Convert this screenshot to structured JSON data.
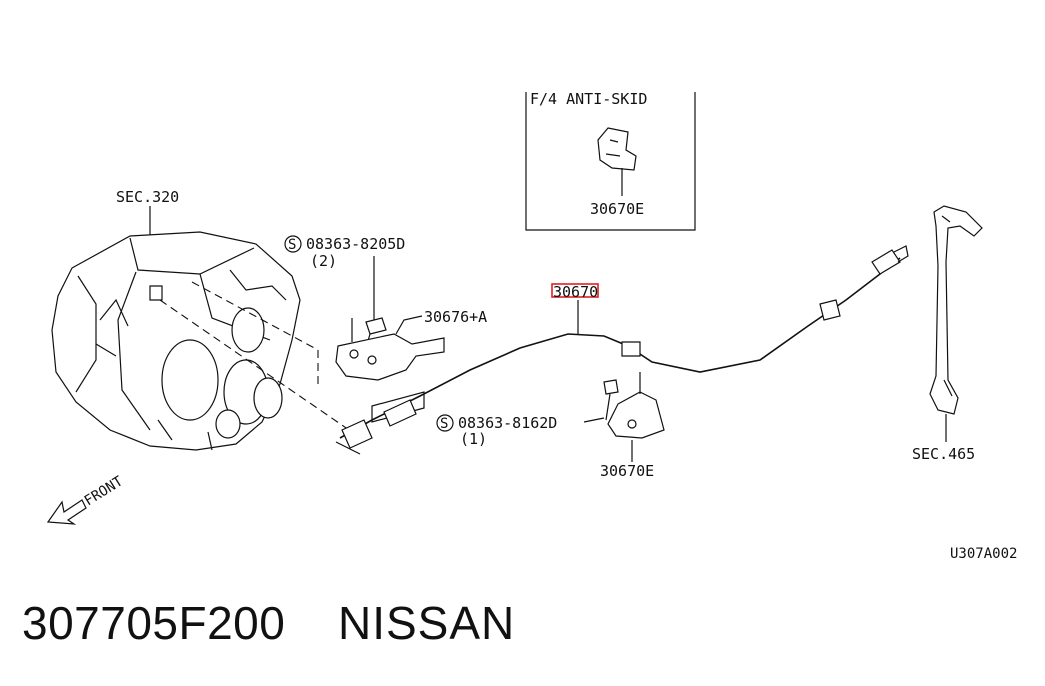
{
  "diagram": {
    "inset_title": "F/4 ANTI-SKID",
    "inset_part": "30670E",
    "sec_320": "SEC.320",
    "sec_465": "SEC.465",
    "bolt_upper": "08363-8205D",
    "bolt_upper_qty": "(2)",
    "bolt_lower": "08363-8162D",
    "bolt_lower_qty": "(1)",
    "symbol_s": "S",
    "bracket_upper": "30676+A",
    "cable_part": "30670",
    "bracket_lower": "30670E",
    "front_label": "FRONT",
    "diagram_code": "U307A002",
    "highlight_color": "#e02020"
  },
  "footer": {
    "part_number": "307705F200",
    "brand": "NISSAN"
  }
}
